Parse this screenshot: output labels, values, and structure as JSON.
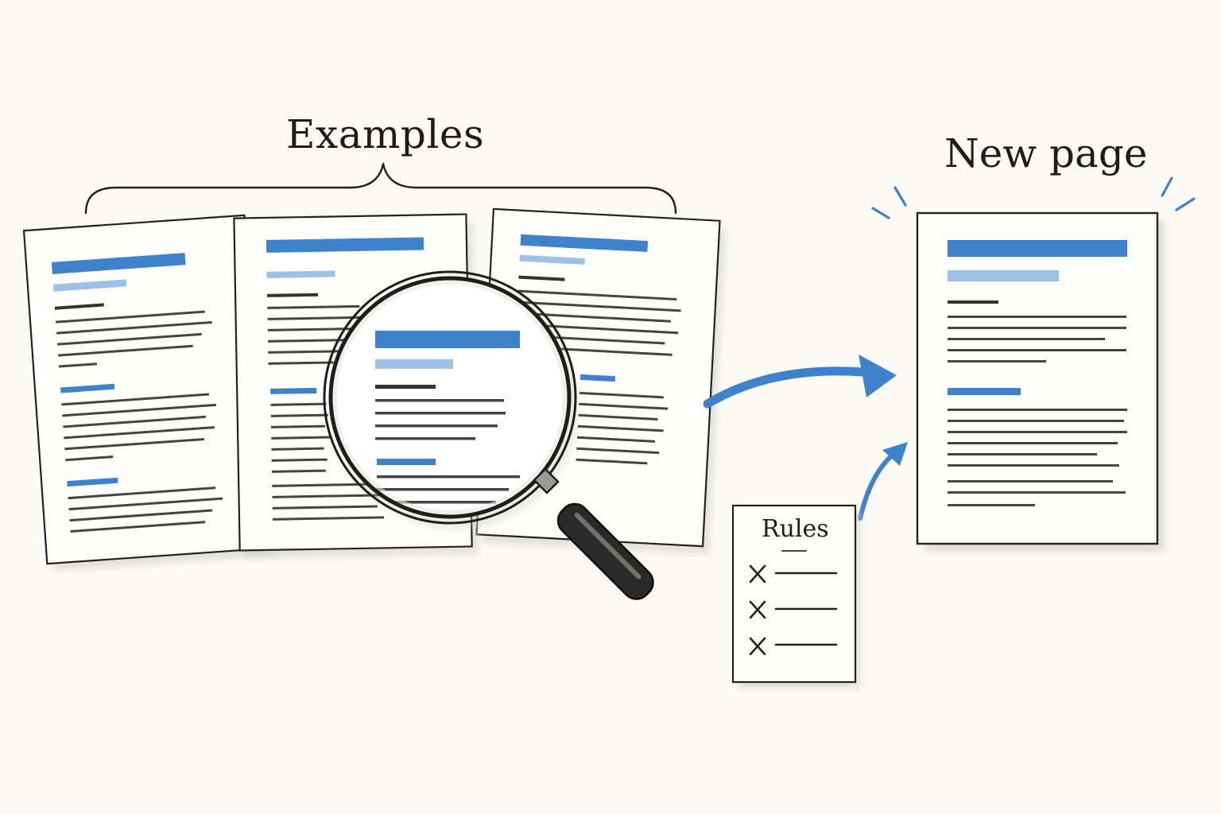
{
  "labels": {
    "examples": "Examples",
    "new_page": "New page",
    "rules": "Rules"
  },
  "colors": {
    "background": "#fbfaf5",
    "ink": "#222222",
    "accent_blue": "#3f82cc",
    "accent_blue_light": "#9cc0e6",
    "paper": "#fefefc"
  },
  "icons": {
    "magnifier": "magnifying-glass-icon",
    "rule_mark": "x-mark-icon",
    "flow": "arrow-icon",
    "highlight": "sparkle-icon"
  },
  "rules_items": 3
}
